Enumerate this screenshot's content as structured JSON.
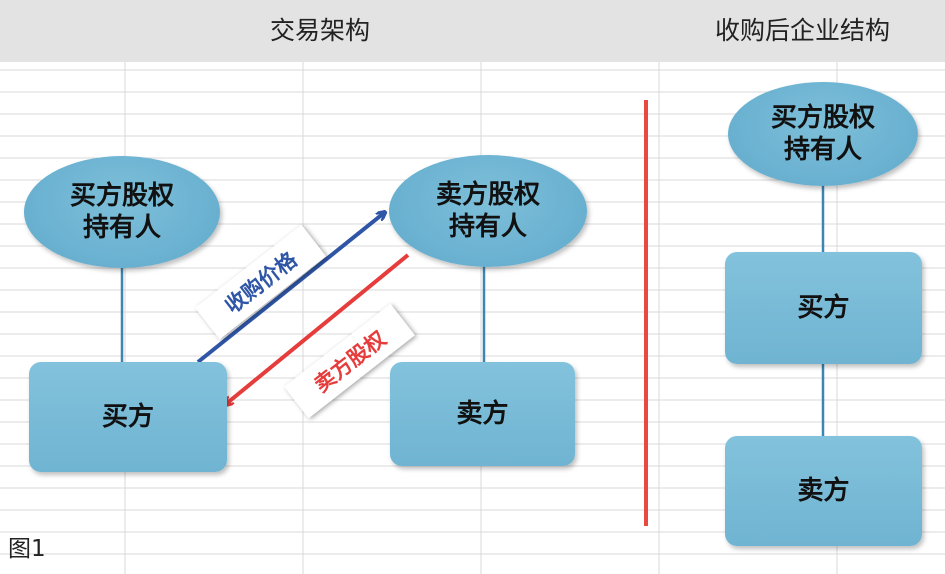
{
  "header": {
    "left_title": "交易架构",
    "right_title": "收购后企业结构"
  },
  "nodes": {
    "buyer_shareholders": "买方股权\n持有人",
    "seller_shareholders": "卖方股权\n持有人",
    "buyer": "买方",
    "seller": "卖方",
    "post_shareholders": "买方股权\n持有人",
    "post_buyer": "买方",
    "post_seller": "卖方"
  },
  "arrows": {
    "price_label": "收购价格",
    "equity_label": "卖方股权",
    "price_color": "#2f56a6",
    "equity_color": "#e63c3c"
  },
  "colors": {
    "node_fill": "#6fb4d2",
    "connector": "#3d86b3",
    "divider": "#e84a3f",
    "grid": "#d9d9d9"
  },
  "figure_label": "图1"
}
